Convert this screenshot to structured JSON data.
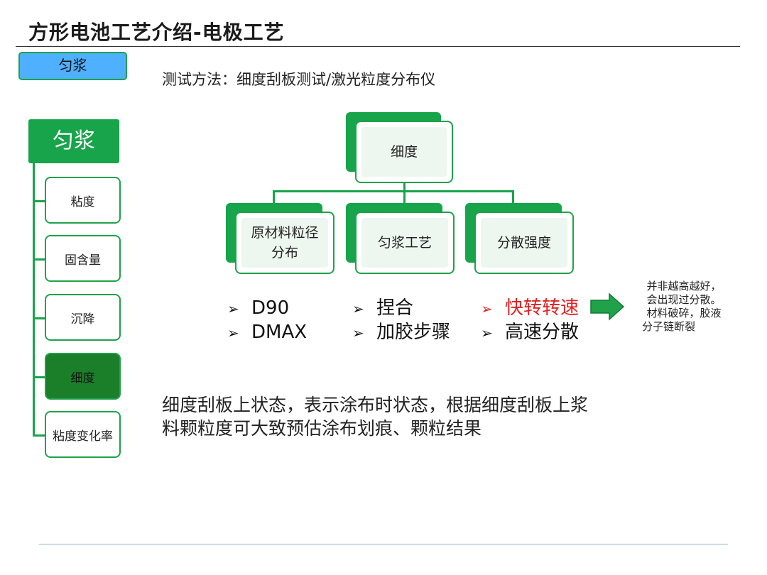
{
  "title": "方形电池工艺介绍-电极工艺",
  "tag": "匀浆",
  "method": "测试方法：细度刮板测试/激光粒度分布仪",
  "tree": {
    "root": "匀浆",
    "items": [
      "粘度",
      "固含量",
      "沉降",
      "细度",
      "粘度变化率"
    ]
  },
  "org": {
    "top": "细度",
    "children": [
      "原材料粒径分布",
      "匀浆工艺",
      "分散强度"
    ],
    "children_lines": [
      [
        "原材料粒径",
        "分布"
      ],
      [
        "匀浆工艺"
      ],
      [
        "分散强度"
      ]
    ]
  },
  "bullets": {
    "col1": [
      "D90",
      "DMAX"
    ],
    "col2": [
      "捏合",
      "加胶步骤"
    ],
    "col3": [
      "快转转速",
      "高速分散"
    ],
    "arrow_glyph": "➢"
  },
  "note": [
    "并非越高越好，",
    "会出现过分散。",
    "材料破碎，胶液",
    "分子链断裂"
  ],
  "paragraph": [
    "细度刮板上状态，表示涂布时状态，根据细度刮板上浆",
    "料颗粒度可大致预估涂布划痕、颗粒结果"
  ],
  "colors": {
    "green": "#17a44a",
    "dark_green": "#1b7f2a",
    "tag_blue": "#4fb0ff",
    "highlight_red": "#e02020"
  }
}
